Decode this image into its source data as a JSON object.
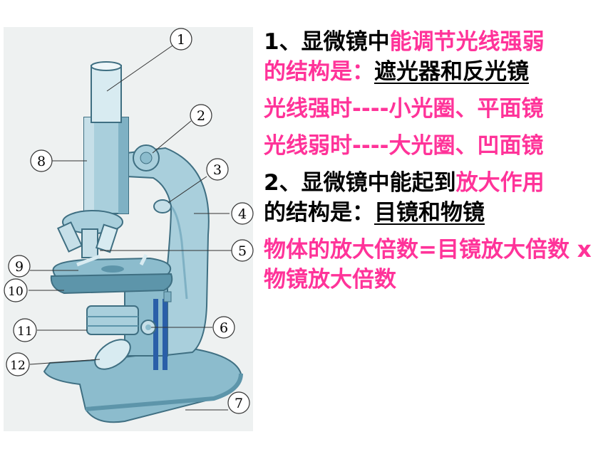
{
  "diagram": {
    "labels": [
      "1",
      "2",
      "3",
      "4",
      "5",
      "6",
      "7",
      "8",
      "9",
      "10",
      "11",
      "12"
    ],
    "colors": {
      "body_light": "#a9cfdc",
      "body_mid": "#8cbccd",
      "body_dark": "#5d95aa",
      "outline": "#3f6f82",
      "rack_blue": "#2a5fa8",
      "background_panel": "#eef1f1"
    }
  },
  "text": {
    "p1_num": "1",
    "p1_a": "、显微镜中",
    "p1_b": "能调节光线强弱",
    "p1_c": "的结构是：",
    "p1_d": "遮光器和反光镜",
    "p2": "光线强时----小光圈、平面镜",
    "p3": "光线弱时----大光圈、凹面镜",
    "p4_num": "2",
    "p4_a": "、显微镜中能起到",
    "p4_b": "放大作用",
    "p4_c": "的结构是：",
    "p4_d": "目镜和物镜",
    "p5": "物体的放大倍数=目镜放大倍数 x 物镜放大倍数"
  }
}
